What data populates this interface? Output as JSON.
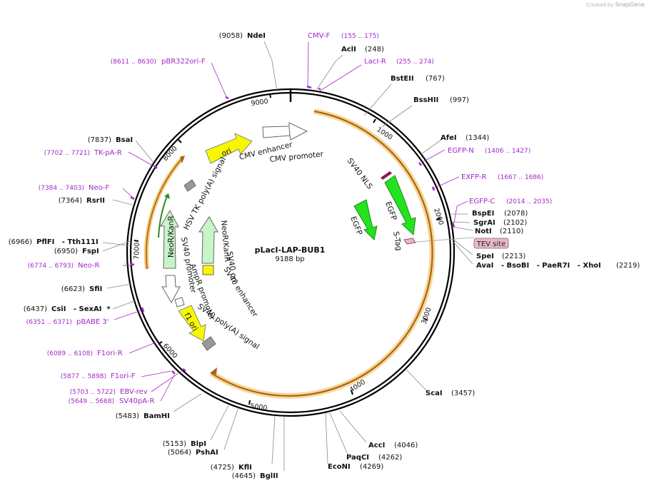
{
  "credit": {
    "prefix": "Created by",
    "brand": "SnapGene"
  },
  "plasmid": {
    "name": "pLacI-LAP-BUB1",
    "length": "9188 bp",
    "total": 9188
  },
  "ticks": [
    {
      "pos": 1000,
      "label": "1000"
    },
    {
      "pos": 2000,
      "label": "2000"
    },
    {
      "pos": 3000,
      "label": "3000"
    },
    {
      "pos": 4000,
      "label": "4000"
    },
    {
      "pos": 5000,
      "label": "5000"
    },
    {
      "pos": 6000,
      "label": "6000"
    },
    {
      "pos": 7000,
      "label": "7000"
    },
    {
      "pos": 8000,
      "label": "8000"
    },
    {
      "pos": 9000,
      "label": "9000"
    }
  ],
  "enzymes": [
    {
      "name": "NdeI",
      "pos": "(9058)"
    },
    {
      "name": "AclI",
      "pos": "(248)"
    },
    {
      "name": "BstEII",
      "pos": "(767)"
    },
    {
      "name": "BssHII",
      "pos": "(997)"
    },
    {
      "name": "AfeI",
      "pos": "(1344)"
    },
    {
      "name": "BspEI",
      "pos": "(2078)"
    },
    {
      "name": "SgrAI",
      "pos": "(2102)"
    },
    {
      "name": "NotI",
      "pos": "(2110)"
    },
    {
      "name": "SpeI",
      "pos": "(2213)"
    },
    {
      "name": "AvaI   - BsoBI   - PaeR7I   - XhoI",
      "pos": "(2219)"
    },
    {
      "name": "ScaI",
      "pos": "(3457)"
    },
    {
      "name": "AccI",
      "pos": "(4046)"
    },
    {
      "name": "PaqCI",
      "pos": "(4262)"
    },
    {
      "name": "EcoNI",
      "pos": "(4269)"
    },
    {
      "name": "BglII",
      "pos": "(4645)"
    },
    {
      "name": "KflI",
      "pos": "(4725)"
    },
    {
      "name": "PshAI",
      "pos": "(5064)"
    },
    {
      "name": "BlpI",
      "pos": "(5153)"
    },
    {
      "name": "BamHI",
      "pos": "(5483)"
    },
    {
      "name": "CsiI   - SexAI  *",
      "pos": "(6437)"
    },
    {
      "name": "SfiI",
      "pos": "(6623)"
    },
    {
      "name": "FspI",
      "pos": "(6950)"
    },
    {
      "name": "PflFI   - Tth111I",
      "pos": "(6966)"
    },
    {
      "name": "RsrII",
      "pos": "(7364)"
    },
    {
      "name": "BsaI",
      "pos": "(7837)"
    }
  ],
  "primers": [
    {
      "name": "CMV-F",
      "range": "(155 .. 175)"
    },
    {
      "name": "LacI-R",
      "range": "(255 .. 274)"
    },
    {
      "name": "EGFP-N",
      "range": "(1406 .. 1427)"
    },
    {
      "name": "EXFP-R",
      "range": "(1667 .. 1686)"
    },
    {
      "name": "EGFP-C",
      "range": "(2014 .. 2035)"
    },
    {
      "name": "pBABE 3'",
      "range": "(6351 .. 6371)"
    },
    {
      "name": "F1ori-R",
      "range": "(6089 .. 6108)"
    },
    {
      "name": "F1ori-F",
      "range": "(5877 .. 5898)"
    },
    {
      "name": "EBV-rev",
      "range": "(5703 .. 5722)"
    },
    {
      "name": "SV40pA-R",
      "range": "(5649 .. 5668)"
    },
    {
      "name": "Neo-R",
      "range": "(6774 .. 6793)"
    },
    {
      "name": "Neo-F",
      "range": "(7384 .. 7403)"
    },
    {
      "name": "TK-pA-R",
      "range": "(7702 .. 7721)"
    },
    {
      "name": "pBR322ori-F",
      "range": "(8611 .. 8630)"
    }
  ],
  "tag": {
    "name": "TEV site"
  },
  "features": [
    {
      "name": "CMV enhancer"
    },
    {
      "name": "CMV promoter"
    },
    {
      "name": "SV40 NLS"
    },
    {
      "name": "EGFP"
    },
    {
      "name": "EGFP"
    },
    {
      "name": "S-Tag"
    },
    {
      "name": "ori"
    },
    {
      "name": "HSV TK poly(A) signal"
    },
    {
      "name": "NeoR/KanR"
    },
    {
      "name": "SV40 promoter"
    },
    {
      "name": "AmpR promoter"
    },
    {
      "name": "NeoR/KanR"
    },
    {
      "name": "SV40 ori"
    },
    {
      "name": "SV40 enhancer"
    },
    {
      "name": "f1 ori"
    },
    {
      "name": "SV40 poly(A) signal"
    }
  ],
  "colors": {
    "backbone": "#000000",
    "insert_halo": "#f6c87a",
    "insert_core": "#a8660c",
    "egfp": "#22e31e",
    "ori": "#f7f700",
    "neo": "#c8f5c8",
    "promoter": "#ffffff",
    "primer": "#a228c8",
    "tev": "#e8b8c8",
    "gray": "#999999"
  }
}
